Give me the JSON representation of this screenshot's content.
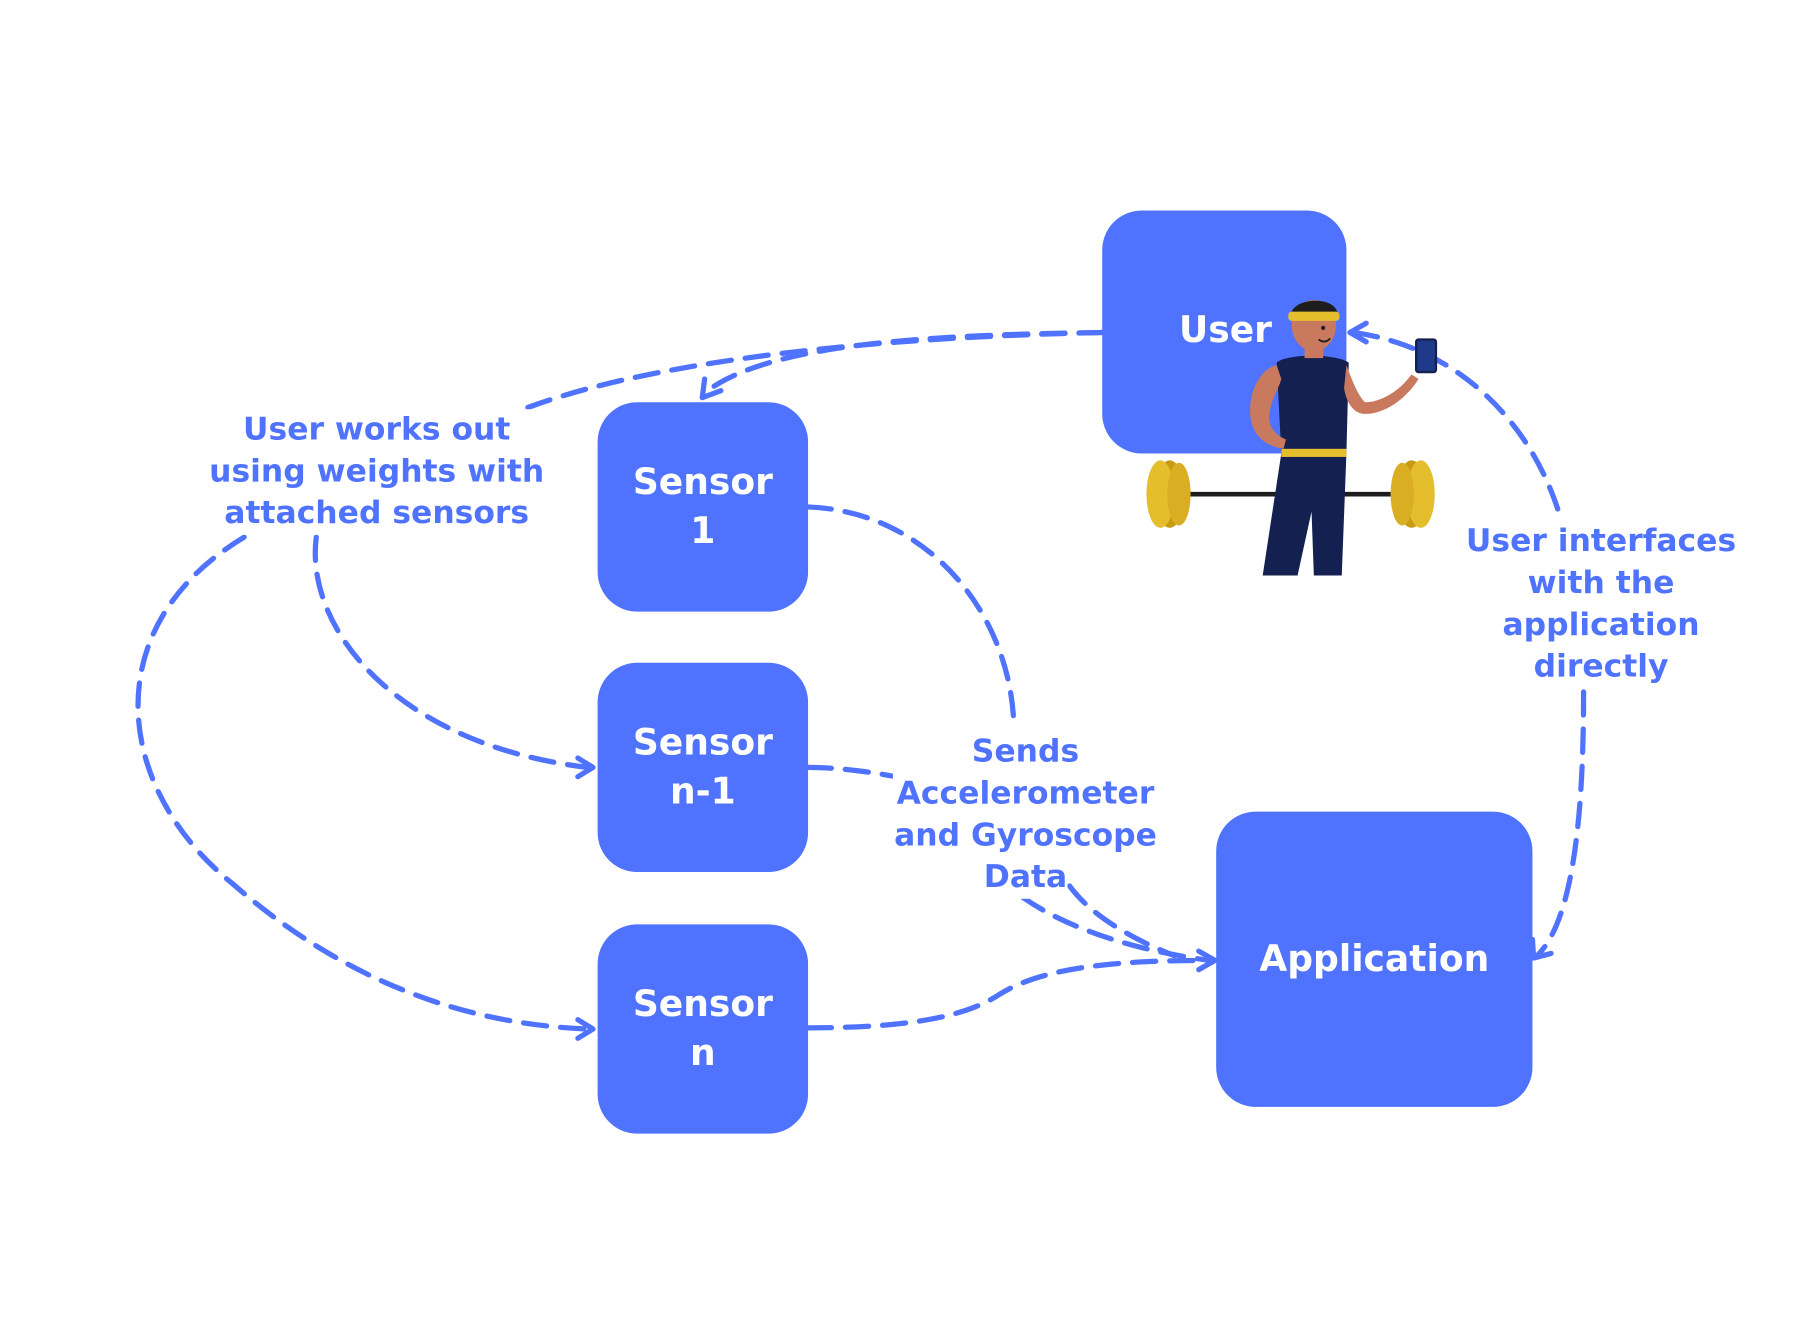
{
  "nodes": {
    "user": "User",
    "sensor_1": "Sensor 1",
    "sensor_n_1": "Sensor n-1",
    "sensor_n": "Sensor n",
    "application": "Application"
  },
  "labels": {
    "workout": [
      "User works out",
      "using weights with",
      "attached sensors"
    ],
    "sends": [
      "Sends",
      "Accelerometer",
      "and Gyroscope",
      "Data"
    ],
    "interfaces": [
      "User interfaces",
      "with the",
      "application",
      "directly"
    ]
  },
  "colors": {
    "node_fill": "#4F73FF",
    "edge": "#4F73FF",
    "label_text": "#4F73FF",
    "node_text": "#FFFFFF",
    "plate": "#E2B92A",
    "shirt": "#14204F",
    "skin": "#C97A5E"
  },
  "icons": [
    "weightlifter-illustration"
  ]
}
